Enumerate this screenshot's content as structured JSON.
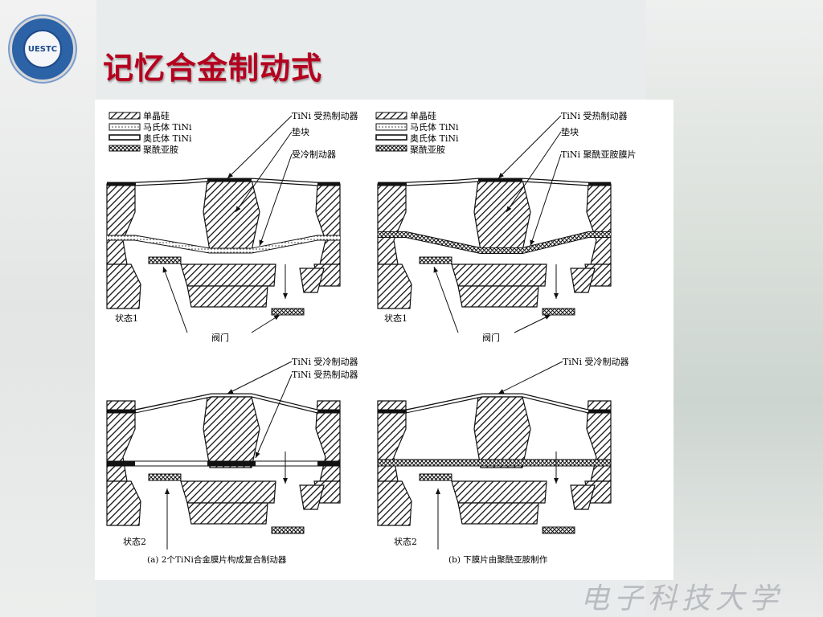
{
  "logo": {
    "text": "UESTC"
  },
  "slide": {
    "title": "记忆合金制动式"
  },
  "diagram": {
    "legend": [
      "单晶硅",
      "马氏体 TiNi",
      "奥氏体 TiNi",
      "聚酰亚胺"
    ],
    "panel_a_top": {
      "label_hot": "TiNi 受热制动器",
      "label_pad": "垫块",
      "label_cold": "受冷制动器",
      "state": "状态1",
      "valve": "阀门"
    },
    "panel_b_top": {
      "label_hot": "TiNi 受热制动器",
      "label_pad": "垫块",
      "label_film": "TiNi 聚酰亚胺膜片",
      "state": "状态1",
      "valve": "阀门"
    },
    "panel_a_bottom": {
      "label_cold": "TiNi 受冷制动器",
      "label_hot": "TiNi 受热制动器",
      "state": "状态2",
      "caption": "(a) 2个TiNi合金膜片构成复合制动器"
    },
    "panel_b_bottom": {
      "label_cold": "TiNi 受冷制动器",
      "state": "状态2",
      "caption": "(b) 下膜片由聚酰亚胺制作"
    }
  },
  "watermark": "电子科技大学"
}
